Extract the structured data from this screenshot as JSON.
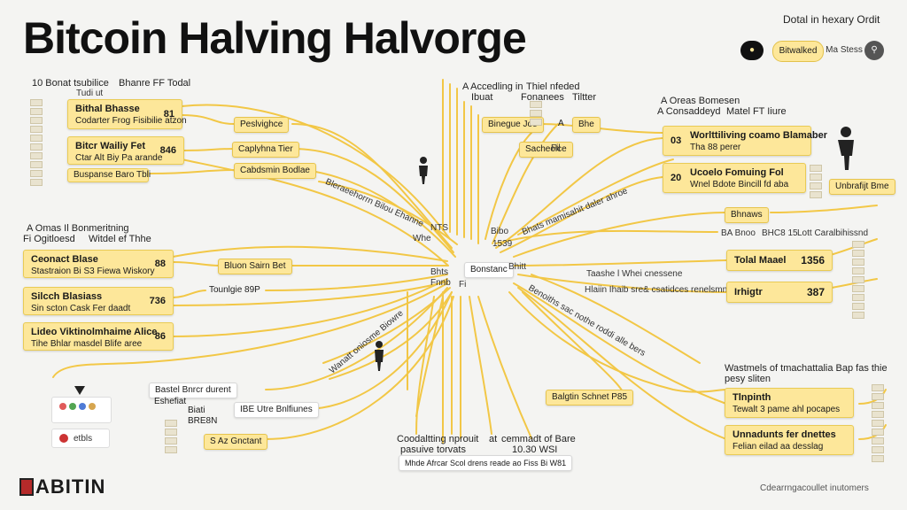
{
  "header": {
    "title": "Bitcoin Halving Halvorge",
    "top_right_label": "Dotal in hexary Ordit",
    "controls": [
      {
        "label": ""
      },
      {
        "label": "Bitwalked"
      },
      {
        "label": "Ma Stess"
      }
    ]
  },
  "left_top": {
    "heading": [
      "10 Bonat tsubilice",
      "Bhanre FF Todal"
    ],
    "sub": "Tudi ut",
    "cards": [
      {
        "t1": "Bithal Bhasse",
        "t2": "Codarter Frog Fisibilie atzon",
        "val": "81"
      },
      {
        "t1": "Bitcr Wailiy Fet",
        "t2": "Ctar Alt Biy Pa arande",
        "val": "846"
      },
      {
        "t1": "Buspanse Baro Tbli",
        "t2": "",
        "val": ""
      }
    ],
    "pills": [
      "Peslvighce",
      "Caplyhna Tier",
      "Cabdsmin Bodlae"
    ]
  },
  "left_mid": {
    "heading": [
      "A Omas Il Bonmeritning",
      "Fi Ogitloesd",
      "Witdel ef Thhe"
    ],
    "cards": [
      {
        "t1": "Ceonact Blase",
        "t2": "Stastraion Bi S3 Fiewa Wiskory",
        "val": "88"
      },
      {
        "t1": "Silcch Blasiass",
        "t2": "Sin scton Cask Fer daadt",
        "val": "736"
      },
      {
        "t1": "Lideo Viktinolmhaime Alice",
        "t2": "Tihe Bhlar masdel Blife aree",
        "val": "86"
      }
    ],
    "pills": [
      "Bluon Sairn Bet",
      "Tounlgie 89P"
    ]
  },
  "left_bottom": {
    "pills": [
      "Bastel Bnrcr durent",
      "Eshefiat",
      "Biati",
      "BRE8N",
      "IBE Utre Bnlfiunes",
      "S Az Gnctant"
    ],
    "panel_label": "etbls"
  },
  "center": {
    "top_heading": [
      "A Accedling in",
      "Thiel nfeded",
      "Fonanees",
      "Tiltter",
      "Ibuat"
    ],
    "top_pills": [
      "Binegue Joe",
      "A",
      "Bhe",
      "Sacheolce",
      "Fil"
    ],
    "center_labels": [
      "NTS",
      "Whe",
      "Bibo",
      "1539",
      "Bhts",
      "Fnnb",
      "Bonstanc",
      "Bhitt",
      "Fi"
    ],
    "diag_labels": [
      "Bleraeehorrn Bilou Ehanne",
      "Bhats mamisahit daler ahroe",
      "Benoiths sac nothe roddi alle bers",
      "Wanatt oniosme Biowre"
    ],
    "bottom_heading": [
      "Coodaltting nprouit",
      "at",
      "cemmadt of Bare",
      "pasuive torvats",
      "10.30 WSI"
    ],
    "bottom_caption": "Mhde Afrcar Scol drens reade ao Fiss Bi W81"
  },
  "right_top": {
    "heading": [
      "A Oreas Bomesen",
      "A Consaddeyd",
      "Matel FT Iiure"
    ],
    "cards": [
      {
        "num": "03",
        "t1": "Worlttiliving coamo Blamaber",
        "t2": "Tha 88 perer"
      },
      {
        "num": "20",
        "t1": "Ucoelo Fomuing Fol",
        "t2": "Wnel Bdote Bincill fd aba"
      }
    ],
    "person_label": "Unbrafijt Bme",
    "pill": "Bhnaws",
    "row_label": [
      "BA Bnoo",
      "BHC8 15",
      "Lott Caralbihissnd"
    ]
  },
  "right_mid": {
    "labels": [
      "Taashe l Whei cnessene",
      "Hlaiin Ihaib sre& csatidces renelsmn"
    ],
    "cards": [
      {
        "t1": "Tolal Maael",
        "val": "1356"
      },
      {
        "t1": "Irhigtr",
        "val": "387"
      }
    ]
  },
  "right_bottom": {
    "heading": [
      "Wastmels of tmachattalia Bap fas thie",
      "pesy sliten"
    ],
    "cards": [
      {
        "t1": "Tlnpinth",
        "t2": "Tewalt 3 pame ahl pocapes"
      },
      {
        "t1": "Unnadunts fer dnettes",
        "t2": "Felian eilad aa desslag"
      }
    ],
    "pill": "Balgtin Schnet P85"
  },
  "footer": {
    "logo_text": "ABITIN",
    "right_caption": "Cdearrngacoullet inutomers"
  }
}
